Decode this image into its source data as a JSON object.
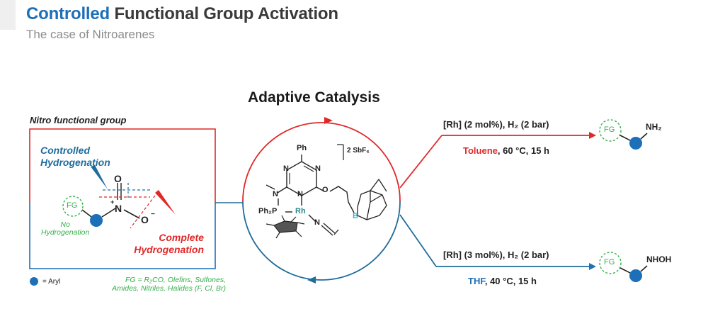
{
  "header": {
    "title_accent": "Controlled",
    "title_rest": " Functional Group Activation",
    "subtitle": "The case of Nitroarenes"
  },
  "center": {
    "title": "Adaptive Catalysis",
    "counter_ion": "2 SbF₆",
    "atoms": {
      "ph": "Ph",
      "n": "N",
      "o": "O",
      "ph2p": "Ph₂P",
      "rh": "Rh",
      "b": "B"
    }
  },
  "left_panel": {
    "label": "Nitro functional group",
    "controlled": [
      "Controlled",
      "Hydrogenation"
    ],
    "no_hydrogenation": [
      "No",
      "Hydrogenation"
    ],
    "complete": [
      "Complete",
      "Hydrogenation"
    ],
    "atoms": {
      "fg": "FG",
      "n_plus": "N",
      "plus": "+",
      "o_top": "O",
      "o_minus": "O",
      "minus": "−"
    }
  },
  "legend": {
    "aryl": "= Aryl",
    "fg_note": [
      "FG = R₂CO, Olefins, Sulfones,",
      "Amides, Nitriles, Halides (F, Cl, Br)"
    ]
  },
  "top_route": {
    "conditions": "[Rh] (2 mol%), H₂ (2 bar)",
    "solvent": "Toluene",
    "rest": ", 60 °C, 15 h",
    "product": "NH₂",
    "fg": "FG"
  },
  "bottom_route": {
    "conditions": "[Rh] (3 mol%), H₂ (2 bar)",
    "solvent": "THF",
    "rest": ", 40 °C, 15 h",
    "product": "NHOH",
    "fg": "FG"
  },
  "colors": {
    "accent_blue": "#1d6fb8",
    "red": "#e02828",
    "green": "#33b04a",
    "rh_teal": "#2a8a8a",
    "boron_cyan": "#3fb2d6"
  }
}
